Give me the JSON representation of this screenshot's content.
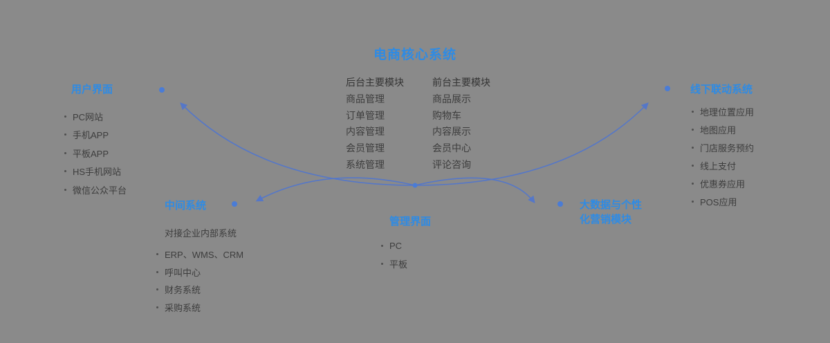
{
  "title": "电商核心系统",
  "core": {
    "backend": {
      "header": "后台主要模块",
      "items": [
        "商品管理",
        "订单管理",
        "内容管理",
        "会员管理",
        "系统管理"
      ]
    },
    "frontend": {
      "header": "前台主要模块",
      "items": [
        "商品展示",
        "购物车",
        "内容展示",
        "会员中心",
        "评论咨询"
      ]
    }
  },
  "sections": {
    "user_interface": {
      "title": "用户界面",
      "items": [
        "PC网站",
        "手机APP",
        "平板APP",
        "HS手机网站",
        "微信公众平台"
      ]
    },
    "offline_system": {
      "title": "线下联动系统",
      "items": [
        "地理位置应用",
        "地图应用",
        "门店服务预约",
        "线上支付",
        "优惠券应用",
        "POS应用"
      ]
    },
    "middle_system": {
      "title": "中间系统",
      "subtitle": "对接企业内部系统",
      "items": [
        "ERP、WMS、CRM",
        "呼叫中心",
        "财务系统",
        "采购系统"
      ]
    },
    "management_interface": {
      "title": "管理界面",
      "items": [
        "PC",
        "平板"
      ]
    },
    "bigdata_module": {
      "title_line1": "大数据与个性",
      "title_line2": "化营销模块"
    }
  },
  "colors": {
    "background": "#8a8a8a",
    "accent_blue": "#2e8be4",
    "arrow_blue": "#5577c8",
    "dot_blue": "#4a7cd6",
    "text_dark": "#3d3d3d"
  }
}
